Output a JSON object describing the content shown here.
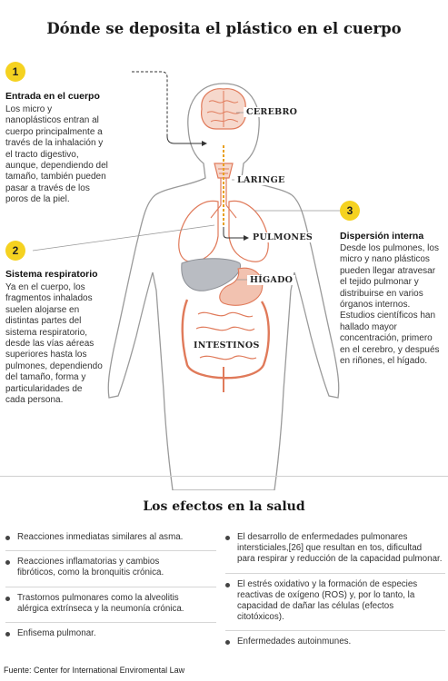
{
  "title": "Dónde se deposita el plástico en el cuerpo",
  "organs": {
    "cerebro": "CEREBRO",
    "laringe": "LARINGE",
    "pulmones": "PULMONES",
    "higado": "HÍGADO",
    "intestinos": "INTESTINOS"
  },
  "steps": [
    {
      "number": "1",
      "title": "Entrada en el cuerpo",
      "lines": [
        "Los micro y",
        "nanoplásticos entran al",
        "cuerpo principalmente a",
        "través de la inhalación y",
        "el tracto digestivo,",
        "aunque, dependiendo del",
        "tamaño, también pueden",
        "pasar a través de los",
        "poros de la piel."
      ]
    },
    {
      "number": "2",
      "title": "Sistema respiratorio",
      "lines": [
        "Ya en el cuerpo, los",
        "fragmentos inhalados",
        "suelen alojarse en",
        "distintas partes del",
        "sistema respiratorio,",
        "desde las vías aéreas",
        "superiores hasta los",
        "pulmones, dependiendo",
        "del tamaño, forma y",
        "particularidades de",
        "cada persona."
      ]
    },
    {
      "number": "3",
      "title": "Dispersión interna",
      "lines": [
        "Desde los pulmones, los",
        "micro y nano plásticos",
        "pueden llegar atravesar",
        "el tejido pulmonar y",
        "distribuirse en varios",
        "órganos internos.",
        "Estudios científicos han",
        "hallado mayor",
        "concentración, primero",
        "en el cerebro, y después",
        "en riñones, el hígado."
      ]
    }
  ],
  "effects": {
    "title": "Los efectos en la salud",
    "left": [
      [
        "Reacciones inmediatas similares al asma."
      ],
      [
        "Reacciones inflamatorias y cambios",
        "fibróticos, como la bronquitis crónica."
      ],
      [
        "Trastornos pulmonares como la alveolitis",
        "alérgica extrínseca y la neumonía crónica."
      ],
      [
        "Enfisema pulmonar."
      ]
    ],
    "right": [
      [
        "El desarrollo de enfermedades pulmonares",
        "intersticiales,[26] que resultan en tos, dificultad",
        "para respirar y reducción de la capacidad pulmonar."
      ],
      [
        "El estrés oxidativo y la formación de especies",
        "reactivas de oxígeno (ROS) y, por lo tanto, la",
        "capacidad de dañar las células (efectos",
        "citotóxicos)."
      ],
      [
        "Enfermedades autoinmunes."
      ]
    ]
  },
  "source": "Fuente: Center for International Enviromental Law",
  "colors": {
    "badge": "#f5d220",
    "body_outline": "#9a9a9a",
    "organ_outline": "#e07a5a",
    "organ_fill": "#f6d8cc",
    "liver": "#b9bcc2"
  }
}
